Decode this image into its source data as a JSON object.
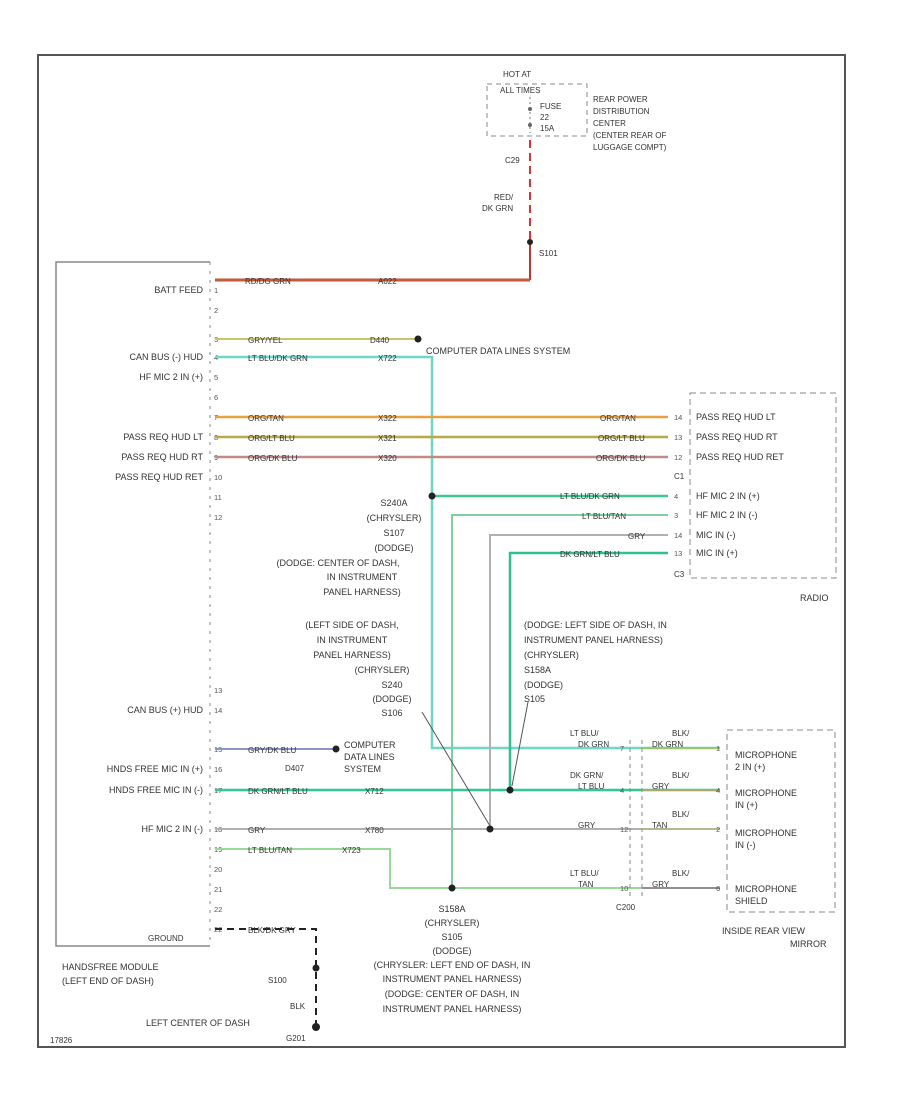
{
  "fuse": {
    "hot_label_1": "HOT AT",
    "hot_label_2": "ALL TIMES",
    "fuse_label": "FUSE",
    "fuse_num": "22",
    "fuse_amp": "15A",
    "pin": "C29",
    "rpdc": [
      "REAR POWER",
      "DISTRIBUTION",
      "CENTER",
      "(CENTER REAR OF",
      "LUGGAGE COMPT)"
    ]
  },
  "feed_wire": {
    "color_1": "RED/",
    "color_2": "DK GRN",
    "splice": "S101",
    "code": "A022",
    "wire_color": "RD/DG GRN"
  },
  "hfm": {
    "pins_left": [
      {
        "num": "1",
        "label": "BATT FEED"
      },
      {
        "num": "2",
        "label": ""
      },
      {
        "num": "3",
        "label": ""
      },
      {
        "num": "4",
        "label": "CAN BUS (-) HUD"
      },
      {
        "num": "5",
        "label": "HF MIC 2 IN (+)"
      },
      {
        "num": "6",
        "label": ""
      },
      {
        "num": "7",
        "label": ""
      },
      {
        "num": "8",
        "label": "PASS REQ HUD LT"
      },
      {
        "num": "9",
        "label": "PASS REQ HUD RT"
      },
      {
        "num": "10",
        "label": "PASS REQ HUD RET"
      },
      {
        "num": "11",
        "label": ""
      },
      {
        "num": "12",
        "label": ""
      },
      {
        "num": "13",
        "label": ""
      },
      {
        "num": "14",
        "label": "CAN BUS (+) HUD"
      },
      {
        "num": "15",
        "label": ""
      },
      {
        "num": "16",
        "label": "HNDS FREE MIC IN (+)"
      },
      {
        "num": "17",
        "label": "HNDS FREE MIC IN (-)"
      },
      {
        "num": "18",
        "label": "HF MIC 2 IN (-)"
      },
      {
        "num": "19",
        "label": ""
      },
      {
        "num": "20",
        "label": ""
      },
      {
        "num": "21",
        "label": ""
      },
      {
        "num": "22",
        "label": ""
      }
    ],
    "ground_label": "GROUND",
    "name_1": "HANDSFREE MODULE",
    "name_2": "(LEFT END OF DASH)"
  },
  "wires": {
    "can_minus": {
      "color": "GRY/YEL",
      "code": "D440"
    },
    "mic2_plus": {
      "color": "LT BLU/DK GRN",
      "code": "X722"
    },
    "pass_lt": {
      "color": "ORG/TAN",
      "code": "X322",
      "right_color": "ORG/TAN"
    },
    "pass_rt": {
      "color": "ORG/LT BLU",
      "code": "X321",
      "right_color": "ORG/LT BLU"
    },
    "pass_ret": {
      "color": "ORG/DK BLU",
      "code": "X320",
      "right_color": "ORG/DK BLU"
    },
    "can_plus": {
      "color": "GRY/DK BLU",
      "code": "D407"
    },
    "mic_plus": {
      "color": "DK GRN/LT BLU",
      "code": "X712"
    },
    "mic_minus": {
      "color": "GRY",
      "code": "X780"
    },
    "mic2_minus": {
      "color": "LT BLU/TAN",
      "code": "X723"
    },
    "ground": {
      "color": "BLK/DK GRY",
      "code": ""
    }
  },
  "data_lines": {
    "label": "COMPUTER DATA LINES SYSTEM",
    "label2_1": "COMPUTER",
    "label2_2": "DATA LINES",
    "label2_3": "SYSTEM"
  },
  "radio": {
    "pins": [
      {
        "num": "14",
        "label": "PASS REQ HUD LT"
      },
      {
        "num": "13",
        "label": "PASS REQ HUD RT"
      },
      {
        "num": "12",
        "label": "PASS REQ HUD RET"
      },
      {
        "num": "4",
        "label": "HF MIC 2 IN (+)"
      },
      {
        "num": "3",
        "label": "HF MIC 2 IN (-)"
      },
      {
        "num": "14",
        "label": "MIC IN (-)"
      },
      {
        "num": "13",
        "label": "MIC IN (+)"
      }
    ],
    "conn_1": "C1",
    "conn_2": "C3",
    "wires": [
      {
        "color": "LT BLU/DK GRN"
      },
      {
        "color": "LT BLU/TAN"
      },
      {
        "color": "GRY"
      },
      {
        "color": "DK GRN/LT BLU"
      }
    ],
    "name": "RADIO"
  },
  "splices": {
    "s1": [
      "S240A",
      "(CHRYSLER)",
      "S107",
      "(DODGE)",
      "(DODGE: CENTER OF DASH,",
      "IN INSTRUMENT",
      "PANEL HARNESS)"
    ],
    "s2": [
      "(LEFT SIDE OF DASH,",
      "IN INSTRUMENT",
      "PANEL HARNESS)",
      "(CHRYSLER)",
      "S240",
      "(DODGE)",
      "S106"
    ],
    "s3": [
      "(DODGE: LEFT SIDE OF DASH, IN",
      "INSTRUMENT PANEL HARNESS)",
      "(CHRYSLER)",
      "S158A",
      "(DODGE)",
      "S105"
    ],
    "s4": [
      "S158A",
      "(CHRYSLER)",
      "S105",
      "(DODGE)",
      "(CHRYSLER: LEFT END OF DASH, IN",
      "INSTRUMENT PANEL HARNESS)",
      "(DODGE: CENTER OF DASH, IN",
      "INSTRUMENT PANEL HARNESS)"
    ]
  },
  "mirror": {
    "conn_label": "C200",
    "left_colors": [
      {
        "top": "LT BLU/",
        "bot": "DK GRN",
        "pin": "7"
      },
      {
        "top": "DK GRN/",
        "bot": "LT BLU",
        "pin": "4"
      },
      {
        "top": "",
        "bot": "GRY",
        "pin": "12"
      },
      {
        "top": "LT BLU/",
        "bot": "TAN",
        "pin": "10"
      }
    ],
    "right_colors": [
      {
        "top": "BLK/",
        "bot": "DK GRN",
        "pin": "1"
      },
      {
        "top": "BLK/",
        "bot": "GRY",
        "pin": "4"
      },
      {
        "top": "BLK/",
        "bot": "TAN",
        "pin": "2"
      },
      {
        "top": "BLK/",
        "bot": "GRY",
        "pin": "6"
      }
    ],
    "items": [
      {
        "l1": "MICROPHONE",
        "l2": "2 IN (+)"
      },
      {
        "l1": "MICROPHONE",
        "l2": "IN (+)"
      },
      {
        "l1": "MICROPHONE",
        "l2": "IN (-)"
      },
      {
        "l1": "MICROPHONE",
        "l2": "SHIELD"
      }
    ],
    "name_1": "INSIDE REAR VIEW",
    "name_2": "MIRROR"
  },
  "ground": {
    "splice": "S100",
    "wire_color": "BLK",
    "loc": "LEFT CENTER OF DASH",
    "g": "G201"
  },
  "figure_id": "17826"
}
